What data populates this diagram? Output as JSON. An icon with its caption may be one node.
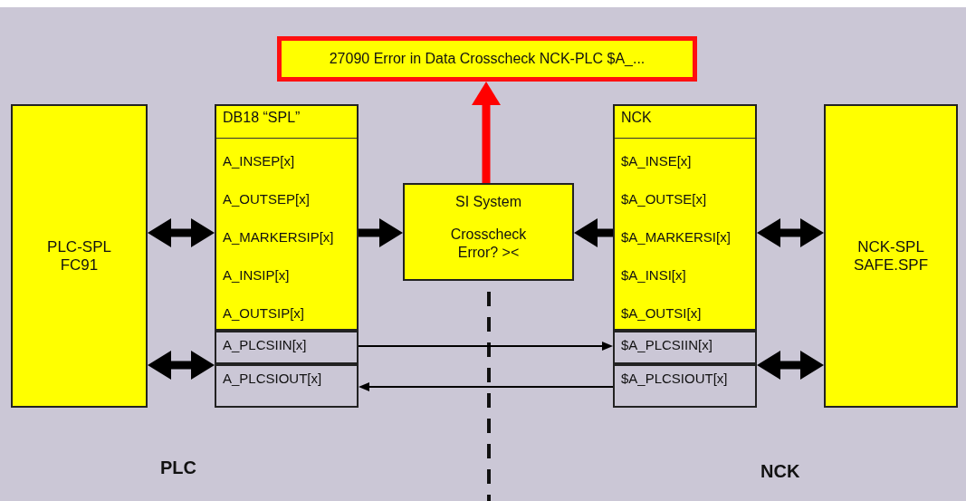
{
  "diagram": {
    "nodes": [
      {
        "text": [
          "27090 Error in Data Crosscheck NCK-PLC $A_..."
        ]
      },
      {
        "text": [
          "PLC-SPL FC91"
        ]
      },
      {
        "text": [
          "DB18 “SPL”",
          "A_INSEP[x]",
          "A_OUTSEP[x]",
          "A_MARKERSIP[x]",
          "A_INSIP[x]",
          "A_OUTSIP[x]"
        ]
      },
      {
        "text": [
          "A_PLCSIIN[x]"
        ]
      },
      {
        "text": [
          "A_PLCSIOUT[x]"
        ]
      },
      {
        "text": [
          "SI System",
          "Crosscheck Error? ><"
        ]
      },
      {
        "text": [
          "NCK",
          "$A_INSE[x]",
          "$A_OUTSE[x]",
          "$A_MARKERSI[x]",
          "$A_INSI[x]",
          "$A_OUTSI[x]"
        ]
      },
      {
        "text": [
          "$A_PLCSIIN[x]"
        ]
      },
      {
        "text": [
          "$A_PLCSIOUT[x]"
        ]
      },
      {
        "text": [
          "NCK-SPL SAFE.SPF"
        ]
      }
    ],
    "edges": [
      {
        "from": 1,
        "to": 2,
        "arrow": "both"
      },
      {
        "from": 1,
        "to": 3,
        "arrow": "both"
      },
      {
        "from": 1,
        "to": 4,
        "arrow": "both"
      },
      {
        "from": 2,
        "to": 5,
        "arrow": "to"
      },
      {
        "from": 6,
        "to": 5,
        "arrow": "to"
      },
      {
        "from": 9,
        "to": 6,
        "arrow": "both"
      },
      {
        "from": 9,
        "to": 7,
        "arrow": "both"
      },
      {
        "from": 9,
        "to": 8,
        "arrow": "both"
      },
      {
        "from": 3,
        "to": 7,
        "arrow": "to"
      },
      {
        "from": 8,
        "to": 4,
        "arrow": "to"
      },
      {
        "from": 5,
        "to": 0,
        "arrow": "to",
        "color": "#ff0000"
      }
    ],
    "labels": [
      "PLC",
      "NCK"
    ]
  }
}
